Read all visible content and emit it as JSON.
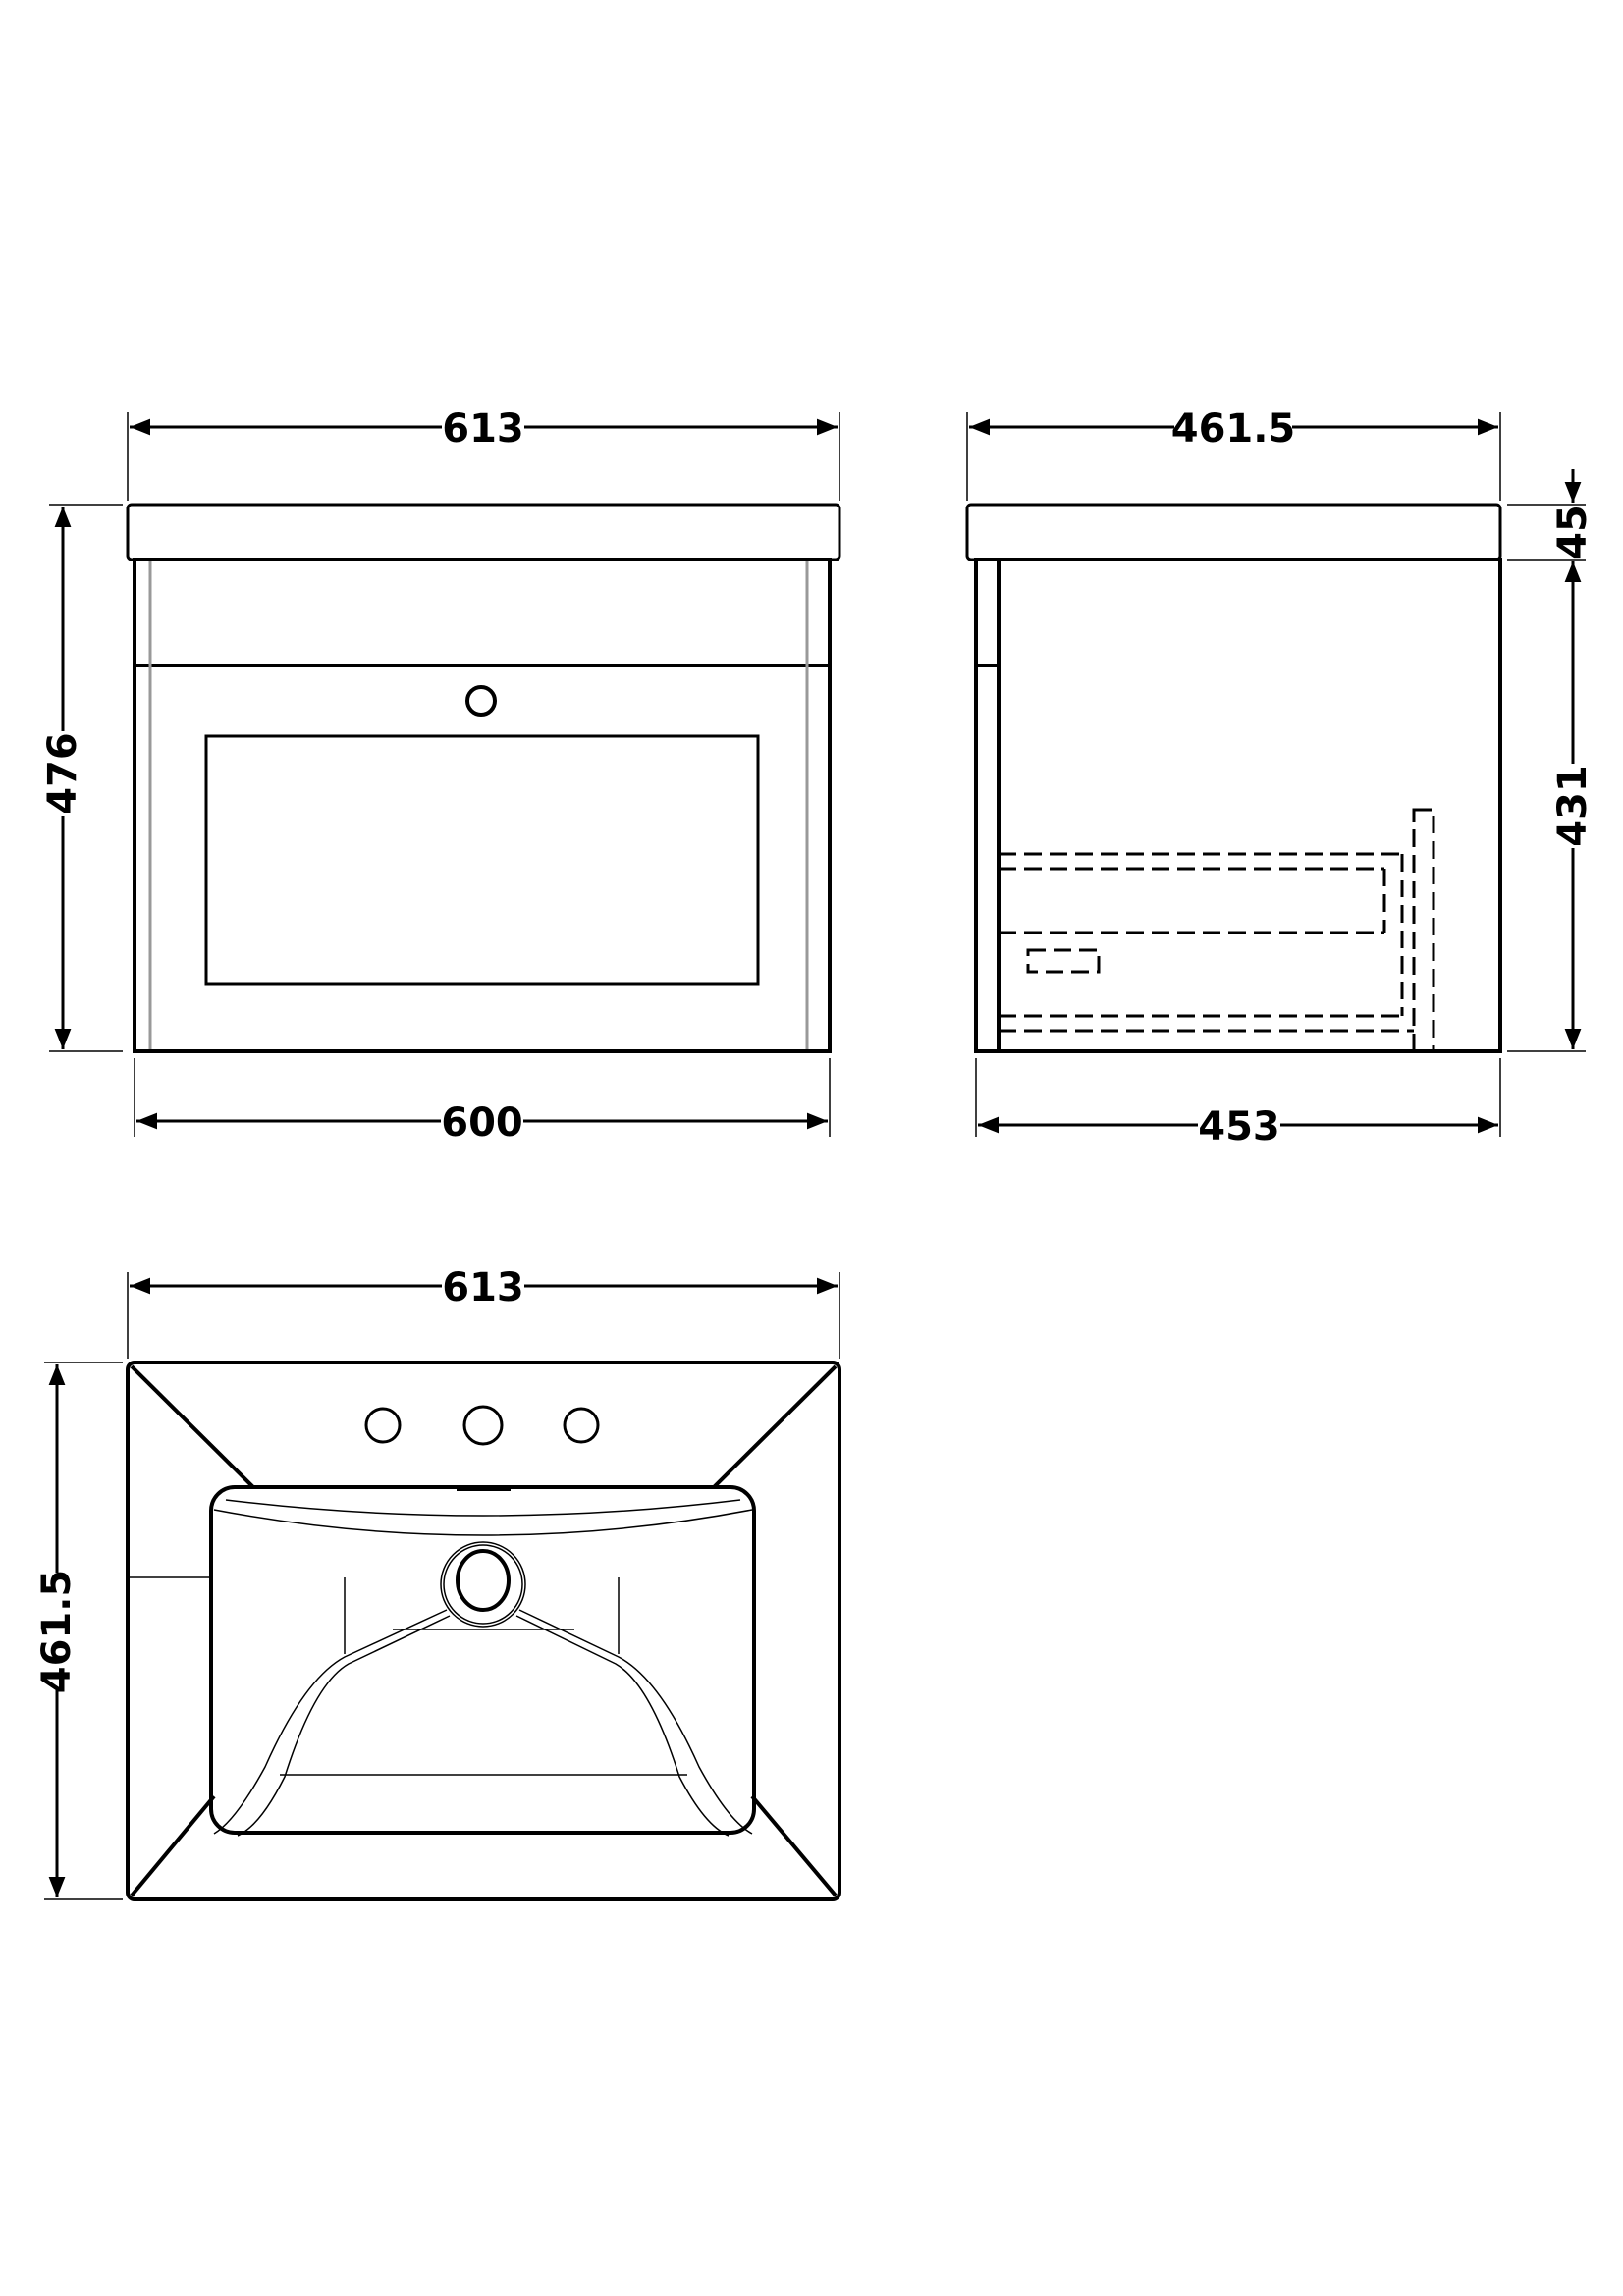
{
  "front_view": {
    "width_top": "613",
    "height_total": "476",
    "width_cabinet": "600"
  },
  "side_view": {
    "depth_top": "461.5",
    "top_thickness": "45",
    "cabinet_height": "431",
    "depth_cabinet": "453"
  },
  "plan_view": {
    "width": "613",
    "depth": "461.5"
  },
  "colors": {
    "line": "#000000",
    "hidden_line": "#999999",
    "background": "#ffffff"
  }
}
